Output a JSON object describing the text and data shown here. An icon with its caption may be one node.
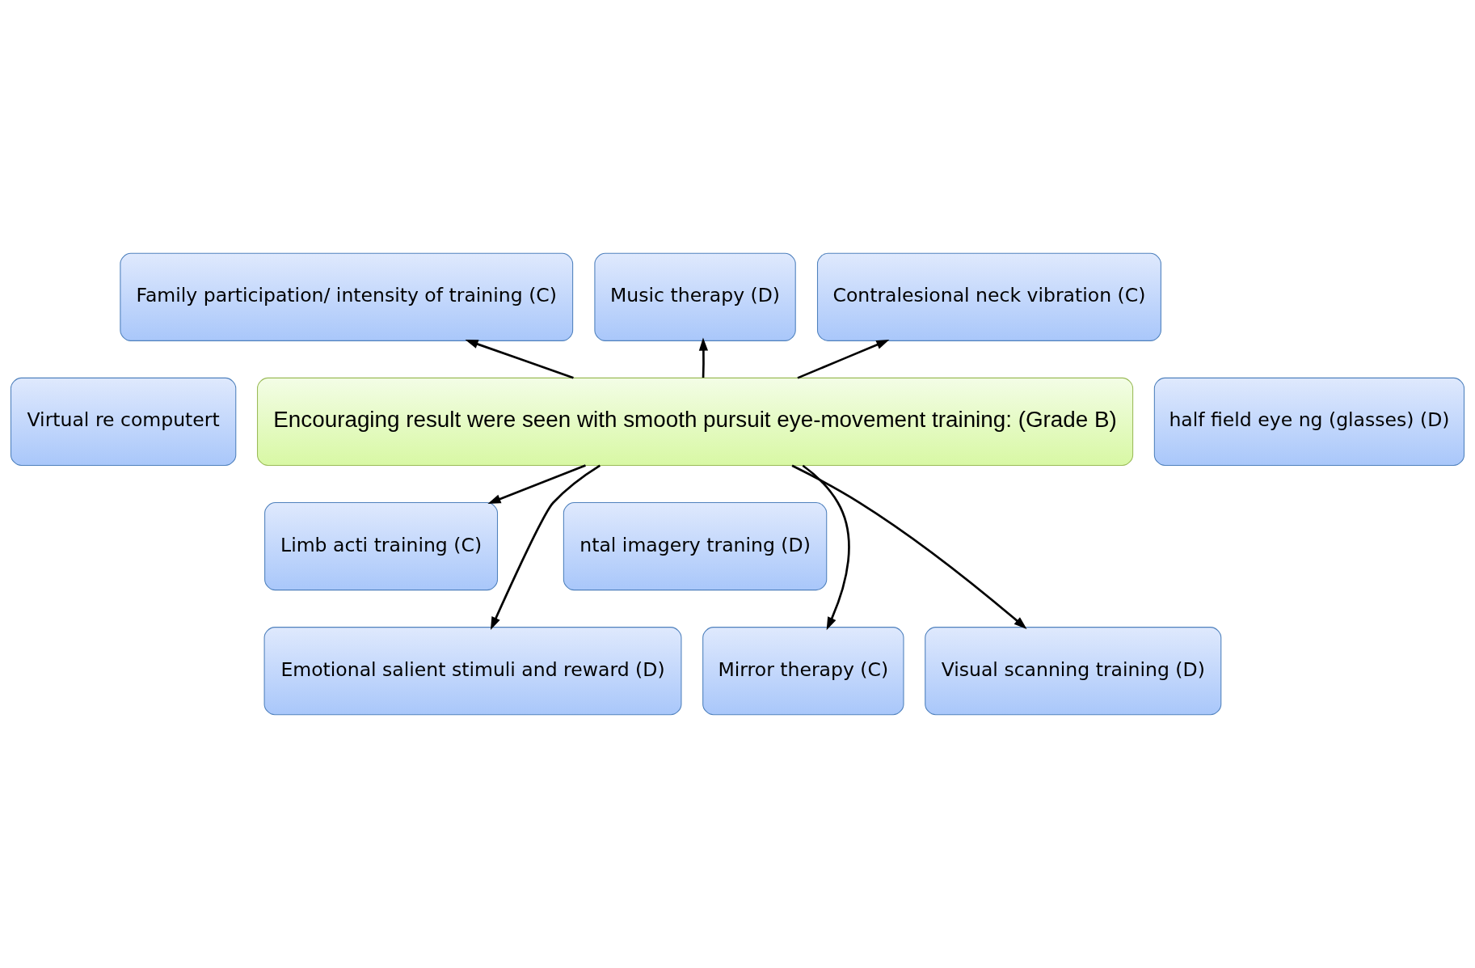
{
  "diagram": {
    "nodes": [
      {
        "text": [
          "Family participation/ intensity of training (C)"
        ]
      },
      {
        "text": [
          "Music therapy (D)"
        ]
      },
      {
        "text": [
          "Contralesional neck vibration (C)"
        ]
      },
      {
        "text": [
          "Virtual re computert"
        ]
      },
      {
        "text": [
          "Encouraging result were seen with smooth pursuit eye-movement training: (Grade B)"
        ]
      },
      {
        "text": [
          "half field eye ng (glasses) (D)"
        ]
      },
      {
        "text": [
          "Limb acti training (C)"
        ]
      },
      {
        "text": [
          "ntal imagery traning (D)"
        ]
      },
      {
        "text": [
          "Emotional salient stimuli and reward (D)"
        ]
      },
      {
        "text": [
          "Mirror therapy (C)"
        ]
      },
      {
        "text": [
          "Visual scanning training (D)"
        ]
      }
    ],
    "edges": [
      {
        "from": 4,
        "to": 0,
        "arrow": "to"
      },
      {
        "from": 4,
        "to": 1,
        "arrow": "to"
      },
      {
        "from": 4,
        "to": 2,
        "arrow": "to"
      },
      {
        "from": 4,
        "to": 6,
        "arrow": "to"
      },
      {
        "from": 4,
        "to": 8,
        "arrow": "to"
      },
      {
        "from": 4,
        "to": 9,
        "arrow": "to"
      },
      {
        "from": 4,
        "to": 10,
        "arrow": "to"
      }
    ]
  }
}
